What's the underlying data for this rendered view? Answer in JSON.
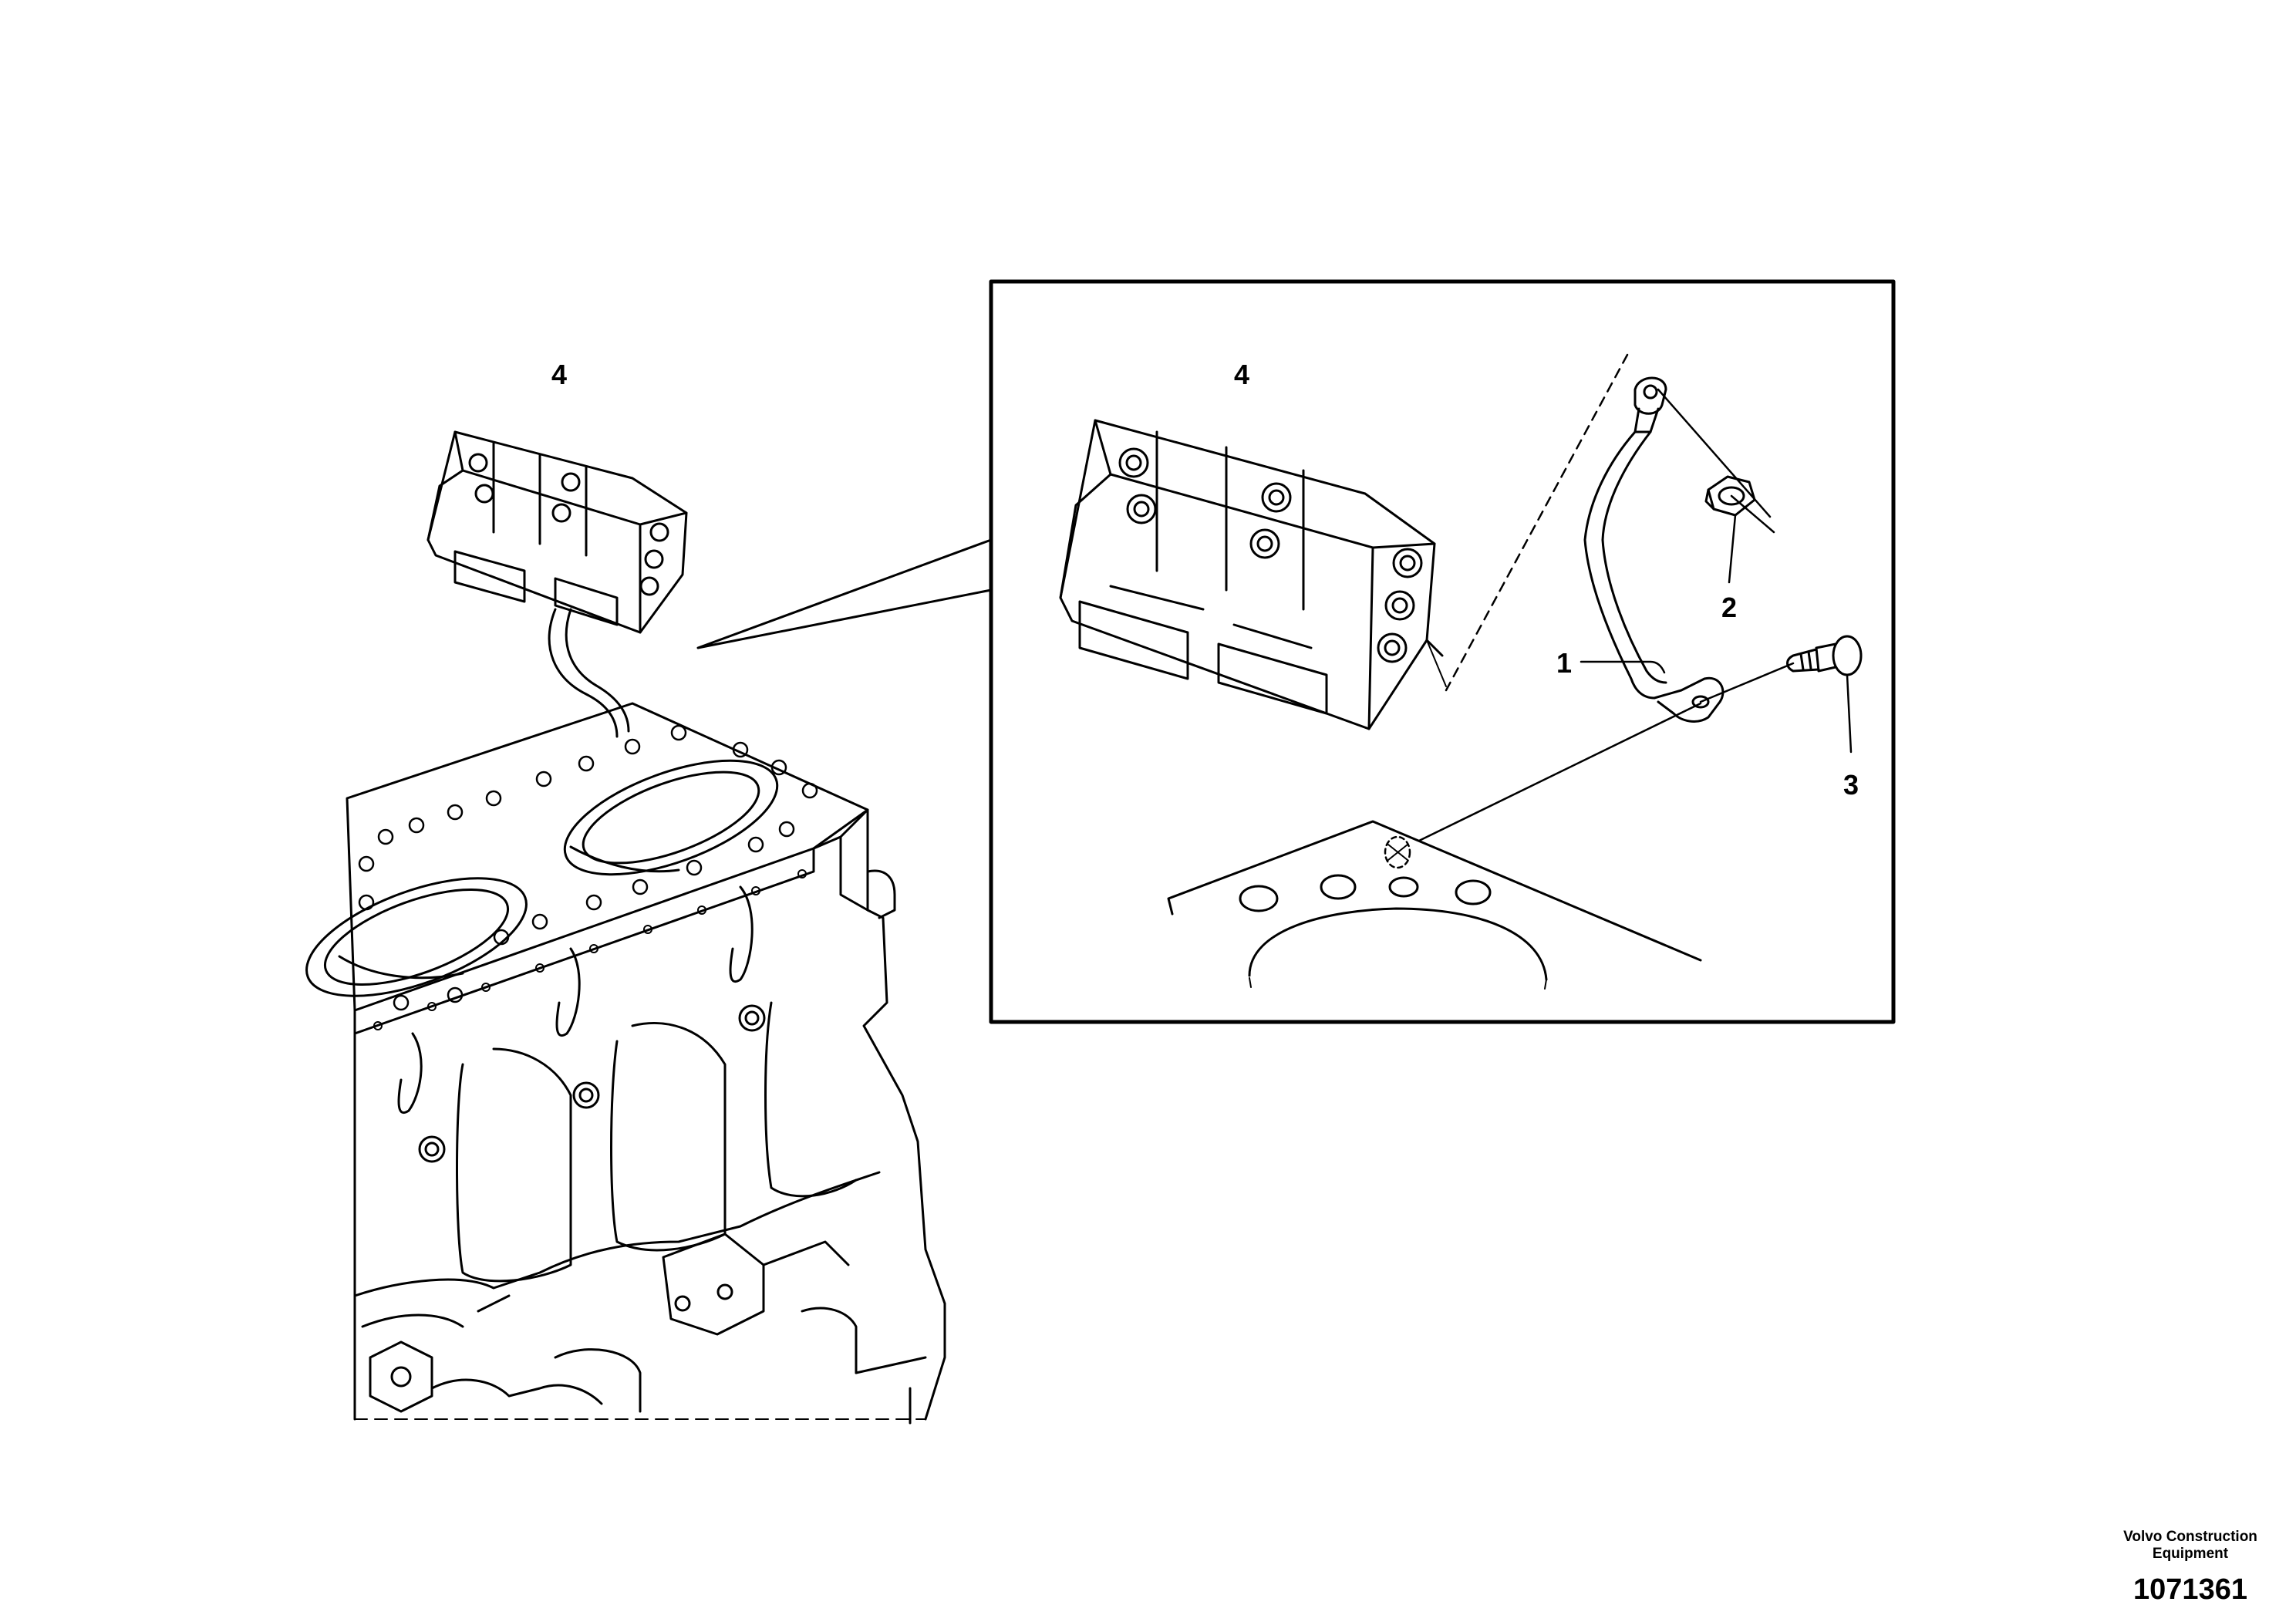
{
  "diagram": {
    "callouts": {
      "overview_4": "4",
      "detail_4": "4",
      "detail_1": "1",
      "detail_2": "2",
      "detail_3": "3"
    }
  },
  "footer": {
    "company_line1": "Volvo Construction",
    "company_line2": "Equipment",
    "figure_number": "1071361"
  }
}
